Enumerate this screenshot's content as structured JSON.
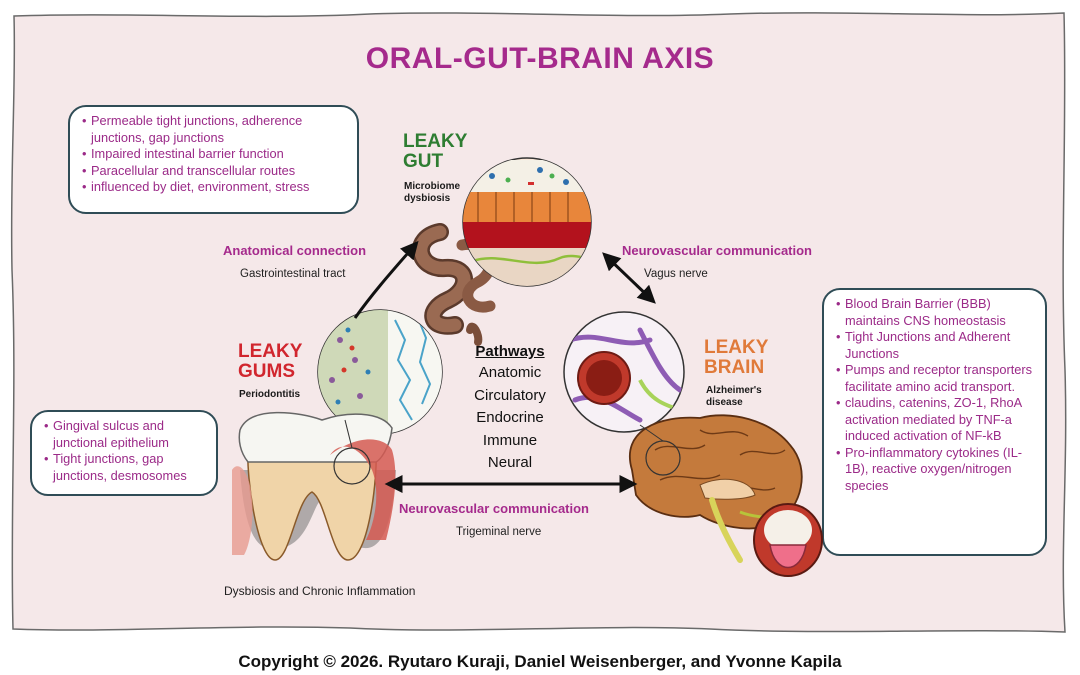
{
  "title": "ORAL-GUT-BRAIN AXIS",
  "colors": {
    "title": "#a52a8c",
    "leaky_gut": "#2e7d32",
    "leaky_gums": "#d1262e",
    "leaky_brain": "#e07a3a",
    "box_text": "#9b2a88",
    "box_border": "#2f4c56",
    "background": "#f5e8e9"
  },
  "nodes": {
    "gut": {
      "label_line1": "LEAKY",
      "label_line2": "GUT",
      "sub_line1": "Microbiome",
      "sub_line2": "dysbiosis",
      "bullets": [
        "Permeable tight junctions, adherence junctions, gap junctions",
        "Impaired intestinal barrier function",
        "Paracellular and transcellular routes",
        "influenced by diet, environment, stress"
      ]
    },
    "gums": {
      "label_line1": "LEAKY",
      "label_line2": "GUMS",
      "sub": "Periodontitis",
      "caption": "Dysbiosis and Chronic Inflammation",
      "bullets": [
        "Gingival sulcus and junctional epithelium",
        "Tight junctions, gap junctions, desmosomes"
      ]
    },
    "brain": {
      "label_line1": "LEAKY",
      "label_line2": "BRAIN",
      "sub_line1": "Alzheimer's",
      "sub_line2": "disease",
      "bullets": [
        "Blood Brain Barrier (BBB) maintains CNS homeostasis",
        "Tight Junctions and Adherent Junctions",
        "Pumps and receptor transporters facilitate amino acid transport.",
        "claudins, catenins, ZO-1, RhoA activation mediated by TNF-a induced activation of NF-kB",
        "Pro-inflammatory cytokines (IL-1B), reactive oxygen/nitrogen species"
      ]
    }
  },
  "connections": {
    "gums_gut": {
      "label": "Anatomical connection",
      "route": "Gastrointestinal tract"
    },
    "gut_brain": {
      "label": "Neurovascular communication",
      "route": "Vagus nerve"
    },
    "gums_brain": {
      "label": "Neurovascular communication",
      "route": "Trigeminal nerve"
    }
  },
  "pathways": {
    "heading": "Pathways",
    "items": [
      "Anatomic",
      "Circulatory",
      "Endocrine",
      "Immune",
      "Neural"
    ]
  },
  "footer": "Copyright © 2026. Ryutaro Kuraji, Daniel Weisenberger, and Yvonne Kapila"
}
